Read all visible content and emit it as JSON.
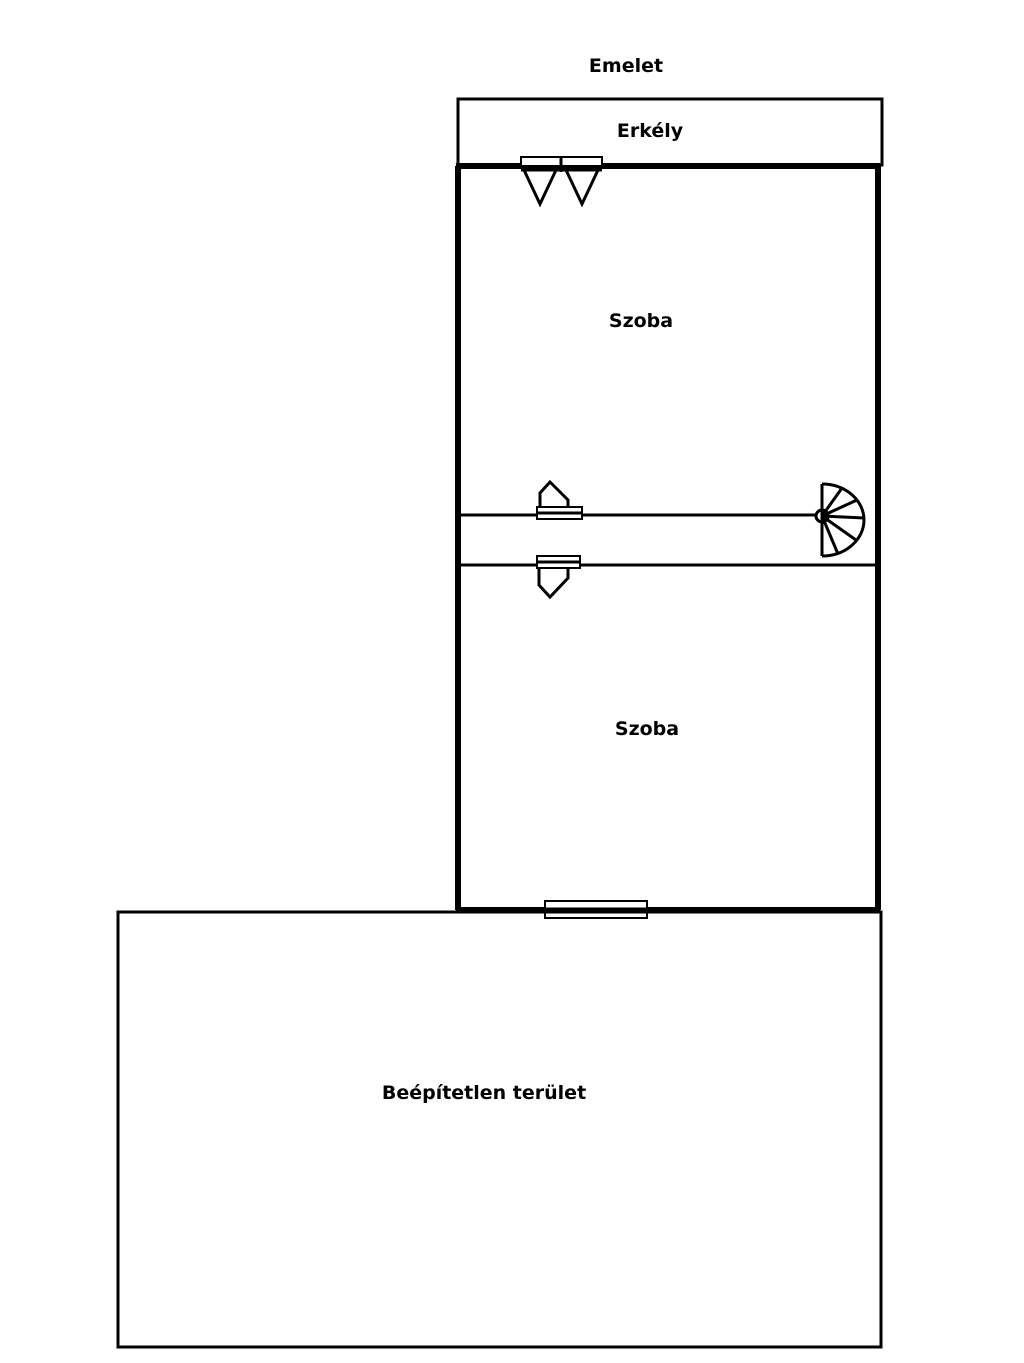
{
  "plan": {
    "title": "Emelet",
    "rooms": {
      "balcony": "Erkély",
      "room_upper": "Szoba",
      "room_lower": "Szoba",
      "unbuilt_area": "Beépítetlen terület"
    }
  }
}
